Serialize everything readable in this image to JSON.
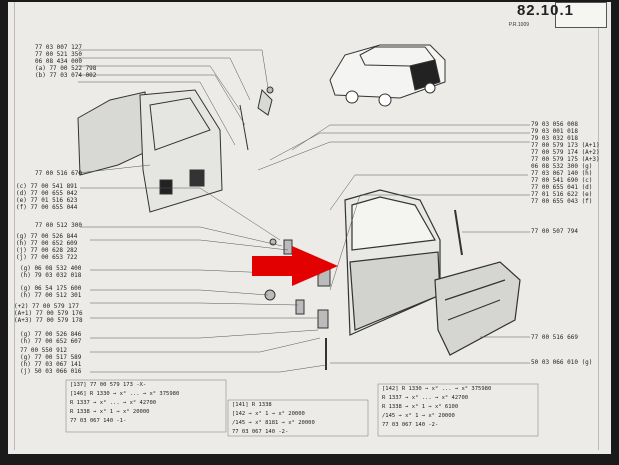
{
  "header": {
    "number": "82.10.1",
    "sub": "P.R.1009"
  },
  "left_top_parts": [
    "77 03 007 127",
    "77 00 521 350",
    "06 08 434 000",
    "(a) 77 00 522 798",
    "(b) 77 03 074 002"
  ],
  "left_mid_parts": [
    "77 00 516 670"
  ],
  "left_group1": [
    "(c) 77 00 541 891",
    "(d) 77 00 655 042",
    "(e) 77 01 516 623",
    "(f) 77 00 655 044"
  ],
  "left_group2": [
    "77 00 512 300"
  ],
  "left_group3": [
    "(g) 77 00 526 844",
    "(h) 77 00 652 609",
    "(j) 77 00 628 282",
    "(j) 77 00 653 722"
  ],
  "left_group4": [
    "(g) 06 08 532 400",
    "(h) 79 03 032 018"
  ],
  "left_group5": [
    "(g) 06 54 175 600",
    "(h) 77 00 512 301"
  ],
  "left_group6": [
    "(+2) 77 00 579 177",
    "(A+1) 77 00 579 176",
    "(A+3) 77 00 579 178"
  ],
  "left_group7": [
    "(g) 77 00 526 846",
    "(h) 77 00 652 607"
  ],
  "left_group8": [
    "77 00 550 912",
    "(g) 77 00 517 589",
    "(h) 77 03 067 141",
    "(j) 50 03 066 016"
  ],
  "right_parts": [
    "79 03 056 008",
    "79 03 001 018",
    "79 03 032 018",
    "77 00 579 173 (A+1)",
    "77 00 579 174 (A+2)",
    "77 00 579 175 (A+3)",
    "06 08 532 300 (g)",
    "77 03 067 140 (h)",
    "77 00 541 690 (c)",
    "77 00 655 041 (d)",
    "77 01 516 622 (e)",
    "77 00 655 043 (f)"
  ],
  "right_mid_parts": [
    "77 00 507 794"
  ],
  "right_low_parts": [
    "77 00 516 669"
  ],
  "right_bottom_parts": [
    "50 03 066 010 (g)"
  ],
  "table_left": [
    "[137] 77 00 579 173 -X-",
    "[146] R 1330 → x° ... → x° 375980",
    "R 1337 → x° ... → x° 42700",
    "R 1338 → x° 1 → x° 20000",
    "77 03 067 140 -1-"
  ],
  "table_mid": [
    "[141] R 1338",
    "[142 → x° 1 → x° 20000",
    "/145 → x° 8181 → x° 20000",
    "77 03 067 140 -2-"
  ],
  "table_right": [
    "[142] R 1330 → x° ... → x° 375980",
    "R 1337 → x° ... → x° 42700",
    "R 1338 → x° 1 → x° 6100",
    "/145 → x° 1 → x° 20000",
    "77 03 067 140 -2-"
  ]
}
